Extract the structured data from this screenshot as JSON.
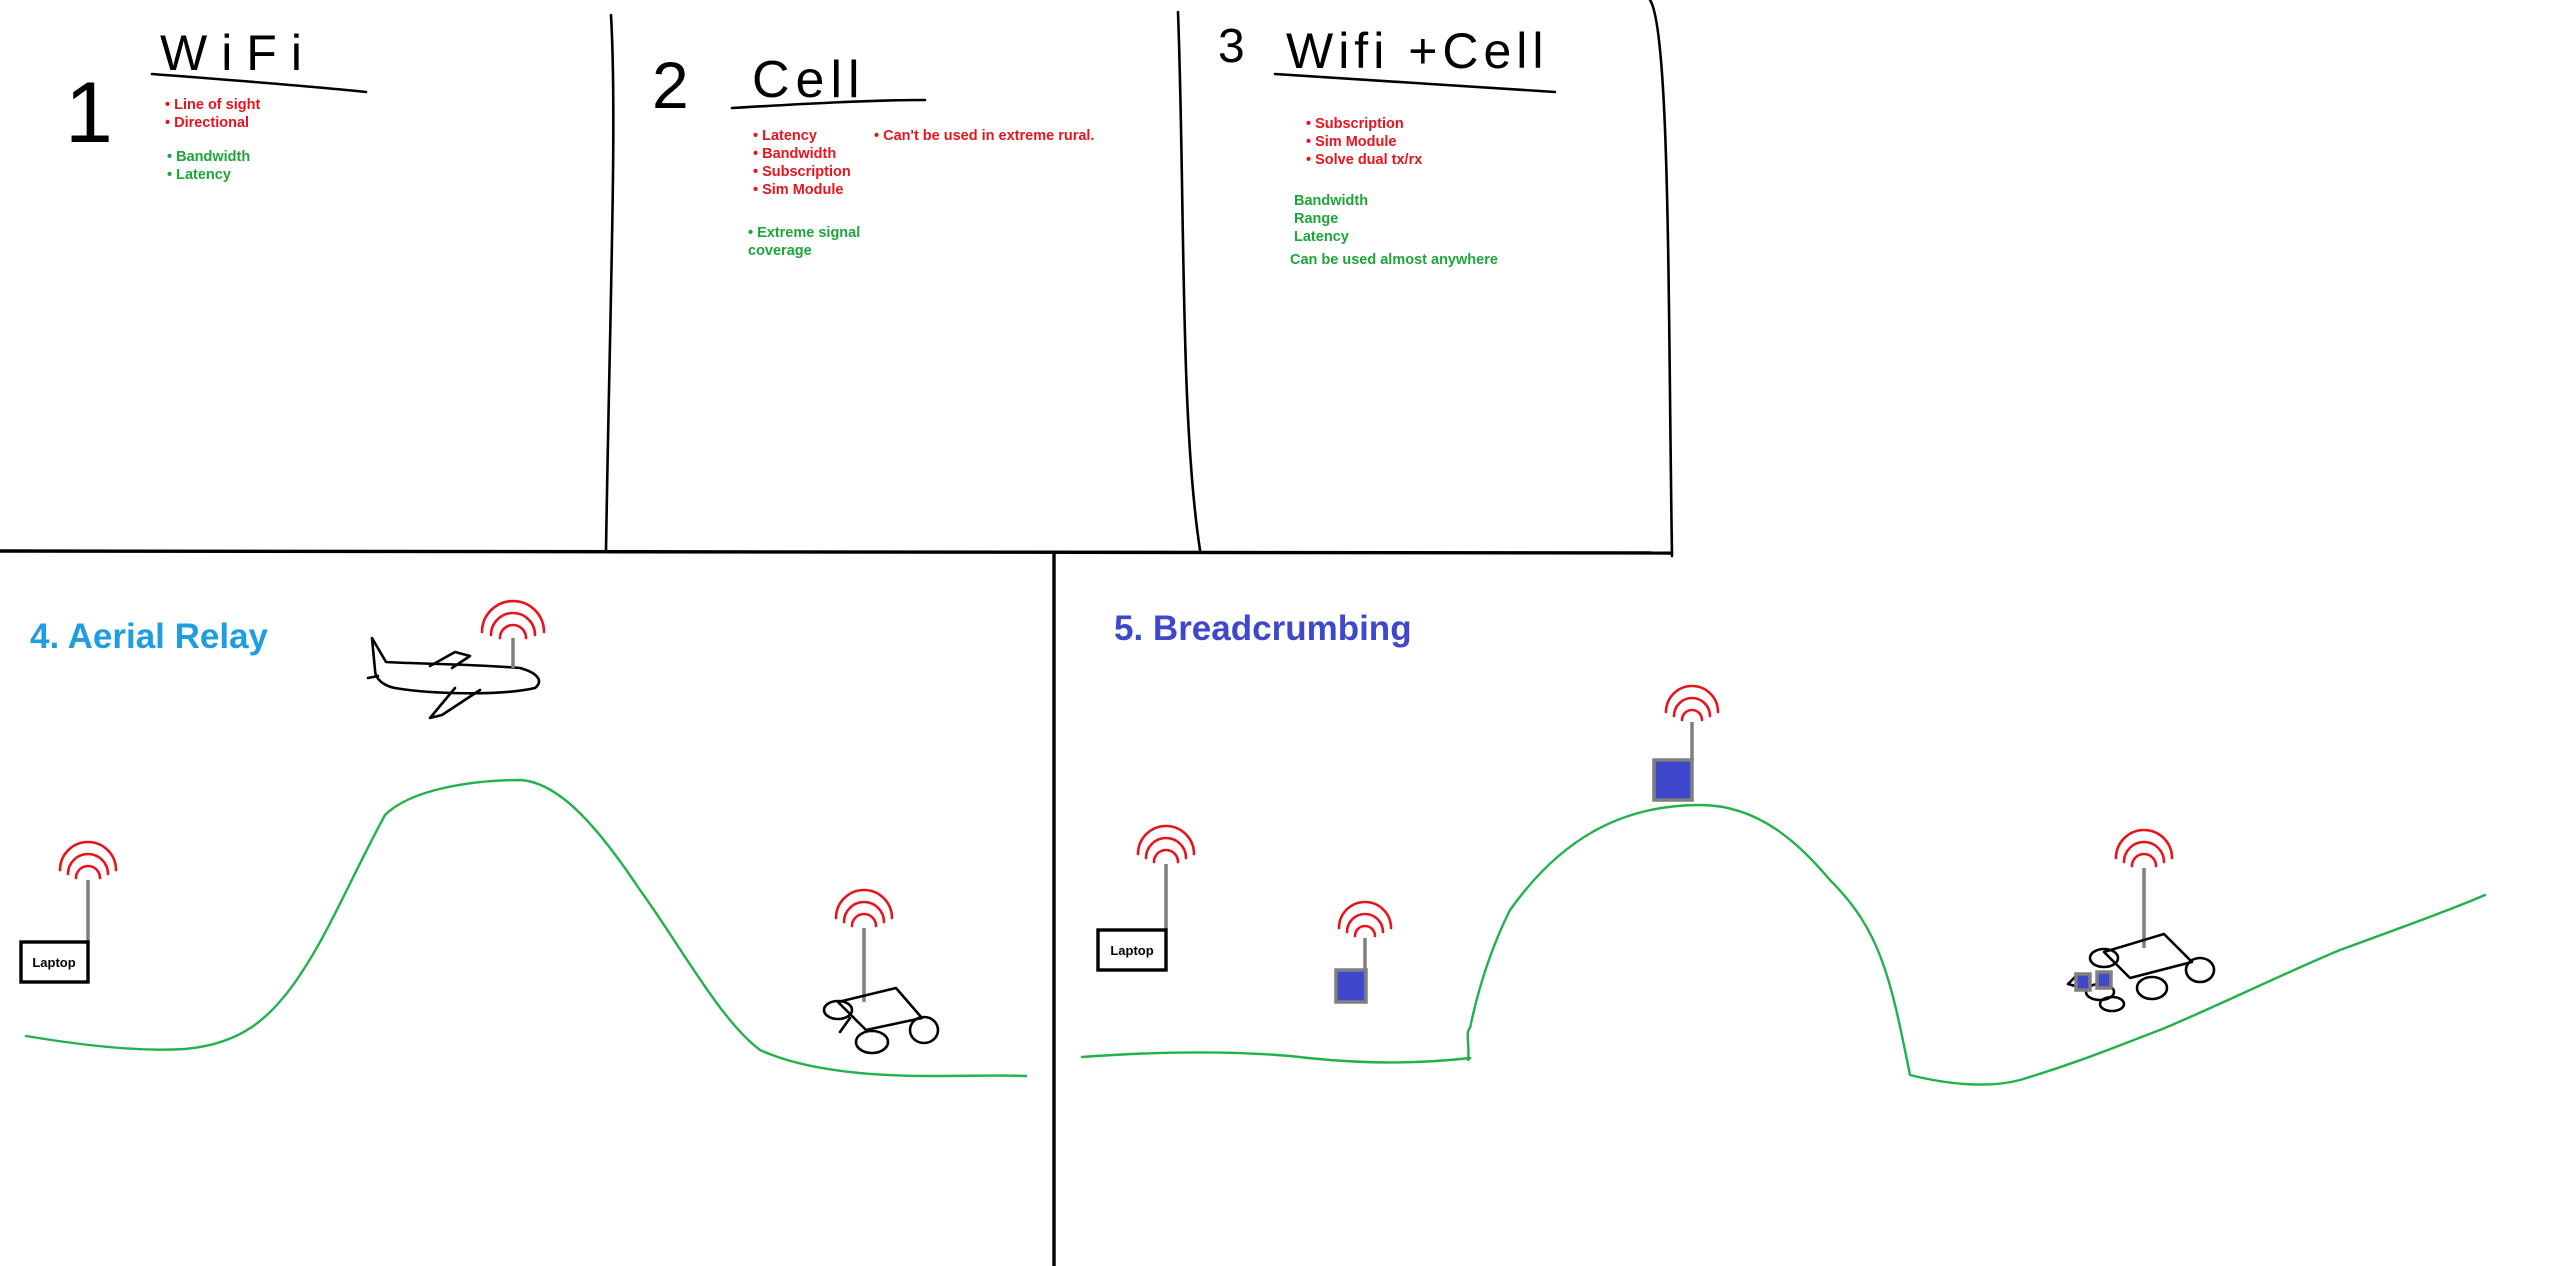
{
  "panels": {
    "wifi": {
      "number": "1",
      "title": "WiFi",
      "cons": [
        "• Line of sight",
        "• Directional"
      ],
      "pros": [
        "• Bandwidth",
        "• Latency"
      ]
    },
    "cell": {
      "number": "2",
      "title": "Cell",
      "cons": [
        "• Latency",
        "• Bandwidth",
        "• Subscription",
        "• Sim Module"
      ],
      "cons_extra": "• Can't be used in extreme rural.",
      "pros": [
        "• Extreme signal",
        "coverage"
      ]
    },
    "wifi_cell": {
      "number": "3",
      "title": "Wifi +Cell",
      "cons": [
        "• Subscription",
        "• Sim Module",
        "• Solve dual tx/rx"
      ],
      "pros": [
        "Bandwidth",
        "Range",
        "Latency"
      ],
      "pros_extra": "Can be used almost anywhere"
    },
    "aerial_relay": {
      "title": "4. Aerial Relay",
      "laptop_label": "Laptop"
    },
    "breadcrumbing": {
      "title": "5. Breadcrumbing",
      "laptop_label": "Laptop"
    }
  },
  "colors": {
    "cons": "#e8141c",
    "pros": "#1da53a",
    "aerial_title": "#1f9de0",
    "breadcrumb_title": "#3f48cc",
    "terrain": "#22b14c",
    "beacon": "#3f48cc"
  },
  "icons": [
    "antenna-icon",
    "signal-waves-icon",
    "airplane-icon",
    "rover-icon",
    "laptop-icon",
    "beacon-icon"
  ]
}
